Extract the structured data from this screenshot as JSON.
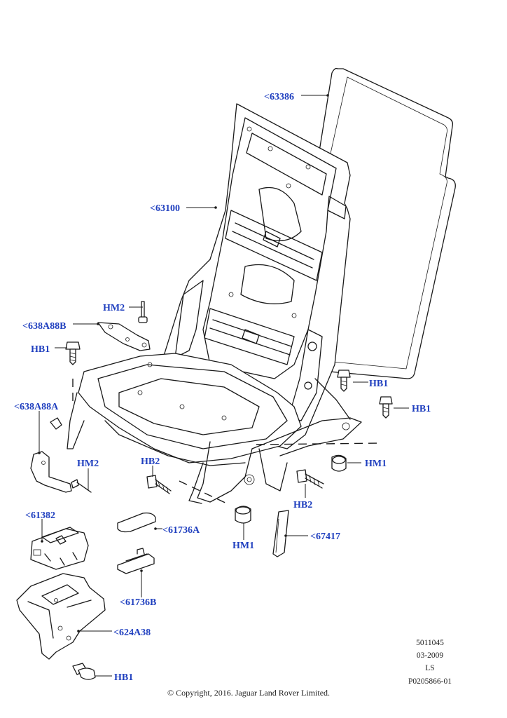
{
  "labels": {
    "l_63386": "<63386",
    "l_63100": "<63100",
    "l_hm2_top": "HM2",
    "l_638a88b": "<638A88B",
    "l_hb1_left": "HB1",
    "l_hb1_right1": "HB1",
    "l_hb1_right2": "HB1",
    "l_638a88a": "<638A88A",
    "l_hm2_lower": "HM2",
    "l_hb2_left": "HB2",
    "l_hm1_right": "HM1",
    "l_hb2_right": "HB2",
    "l_61382": "<61382",
    "l_61736a": "<61736A",
    "l_hm1_center": "HM1",
    "l_67417": "<67417",
    "l_61736b": "<61736B",
    "l_624a38": "<624A38",
    "l_hb1_bottom": "HB1"
  },
  "meta": {
    "diagram_no": "5011045",
    "date": "03-2009",
    "side": "LS",
    "ref": "P0205866-01"
  },
  "footer": {
    "copyright": "© Copyright, 2016. Jaguar Land Rover Limited."
  },
  "colors": {
    "label": "#1f3fbf",
    "line": "#1a1a1a",
    "background": "#ffffff"
  }
}
